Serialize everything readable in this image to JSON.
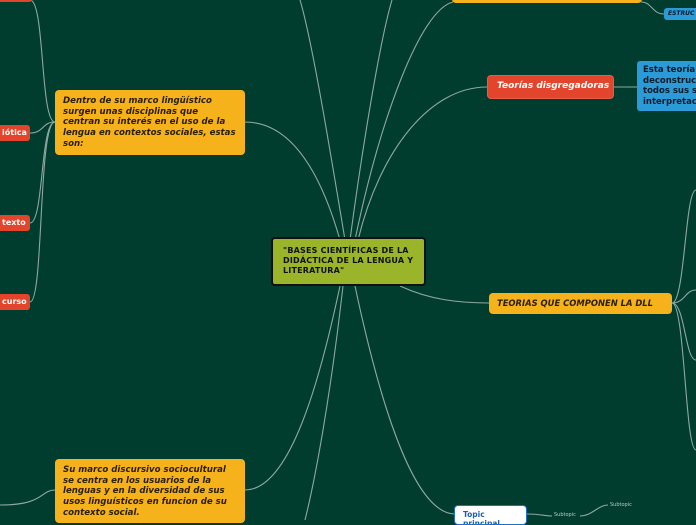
{
  "central": "\"BASES CIENTÍFICAS DE LA DIDÁCTICA DE LA LENGUA Y LITERATURA\"",
  "linguistic_frame": "Dentro de su marco lingüístico surgen unas disciplinas que centran su interés en el uso de la lengua en contextos sociales, estas son:",
  "sociocultural": "Su marco discursivo sociocultural se centra en los usuarios de la lenguas y en la diversidad de sus usos linguísticos en funcion de su contexto social.",
  "left_items": [
    "iótica",
    "texto",
    "curso"
  ],
  "disaggregating": "Teorías disgregadoras",
  "disaggregating_desc": "Esta teoría deconstruc todos sus s interpretac",
  "components": "TEORIAS QUE COMPONEN LA DLL",
  "structure_tag": "ESTRUC",
  "topic": "Topic principal",
  "subtopic": "Subtopic",
  "subtopic2": "Subtopic"
}
